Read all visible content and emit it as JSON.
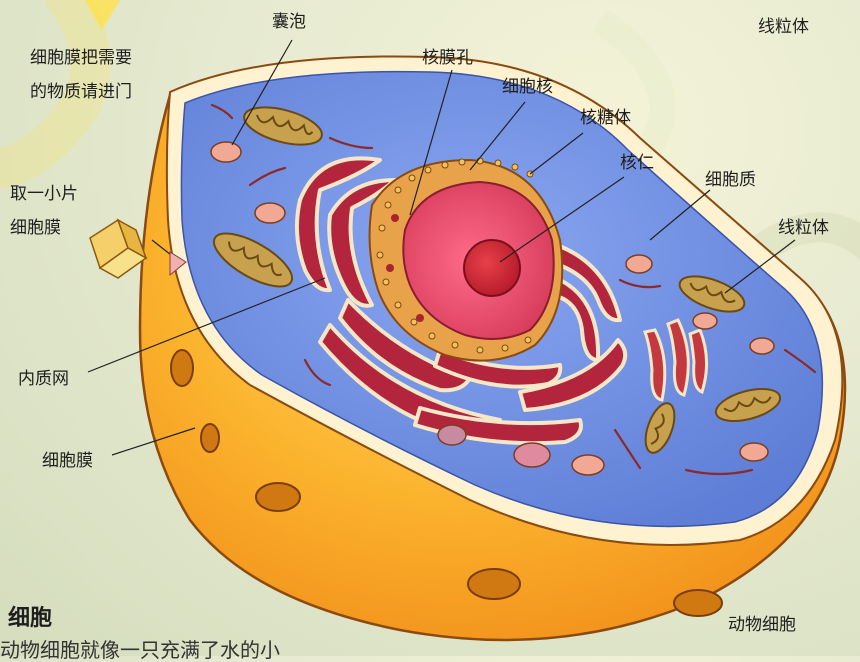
{
  "labels": {
    "vesicle": "囊泡",
    "mito_top": "线粒体",
    "membrane_admit_1": "细胞膜把需要",
    "membrane_admit_2": "的物质请进门",
    "nuclear_pore": "核膜孔",
    "nucleus": "细胞核",
    "ribosome": "核糖体",
    "nucleolus": "核仁",
    "cytoplasm": "细胞质",
    "take_piece_1": "取一小片",
    "take_piece_2": "细胞膜",
    "mito_right": "线粒体",
    "er": "内质网",
    "membrane": "细胞膜",
    "animal_cell": "动物细胞"
  },
  "bottom_text": {
    "heading": "细胞",
    "body": "动物细胞就像一只充满了水的小"
  },
  "colors": {
    "cytoplasm": "#6f8fe0",
    "membrane_outer": "#f7a21f",
    "nucleus": "#e64a6a",
    "nuclear_envelope": "#e7a24a",
    "er": "#b3253d",
    "mitochondria": "#c8a14f"
  }
}
